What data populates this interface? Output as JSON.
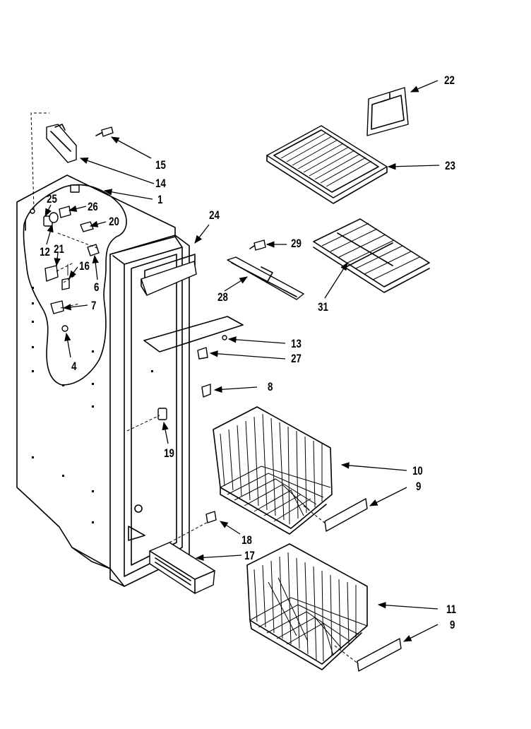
{
  "callouts": {
    "c1": "1",
    "c4": "4",
    "c6": "6",
    "c7": "7",
    "c8": "8",
    "c9a": "9",
    "c9b": "9",
    "c10": "10",
    "c11": "11",
    "c12": "12",
    "c13": "13",
    "c14": "14",
    "c15": "15",
    "c16": "16",
    "c17": "17",
    "c18": "18",
    "c19": "19",
    "c20": "20",
    "c21": "21",
    "c22": "22",
    "c23": "23",
    "c24": "24",
    "c25": "25",
    "c26": "26",
    "c27": "27",
    "c28": "28",
    "c29": "29",
    "c31": "31"
  }
}
